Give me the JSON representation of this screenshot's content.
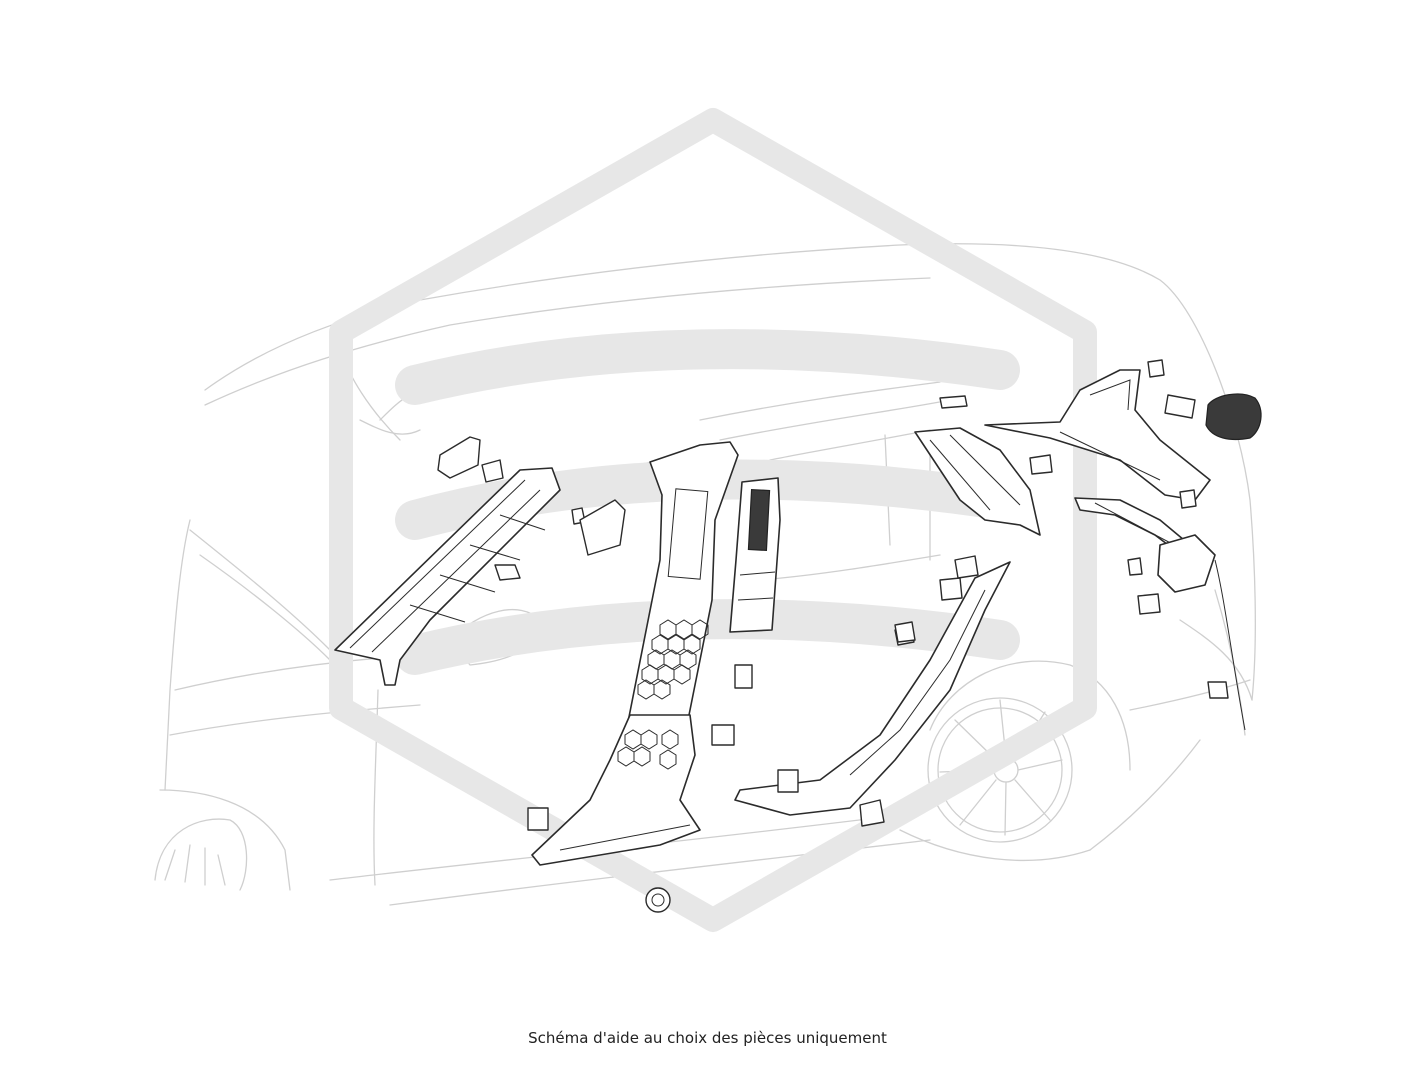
{
  "caption": "Schéma d'aide au choix des pièces uniquement",
  "colors": {
    "background": "#ffffff",
    "car_outline": "#cfcfcf",
    "part_outline": "#2b2b2b",
    "watermark": "#e7e7e7",
    "caption_text": "#222222"
  },
  "watermark_icon": "hexagon-logo-watermark",
  "parts": [
    "a-pillar-trim",
    "b-pillar-upper-trim",
    "b-pillar-lower-trim",
    "b-pillar-cover-strip",
    "c-pillar-trim",
    "d-pillar-trim",
    "rear-sill-trim",
    "tailgate-side-trim",
    "rear-speaker-grille",
    "rear-strut-bracket"
  ]
}
